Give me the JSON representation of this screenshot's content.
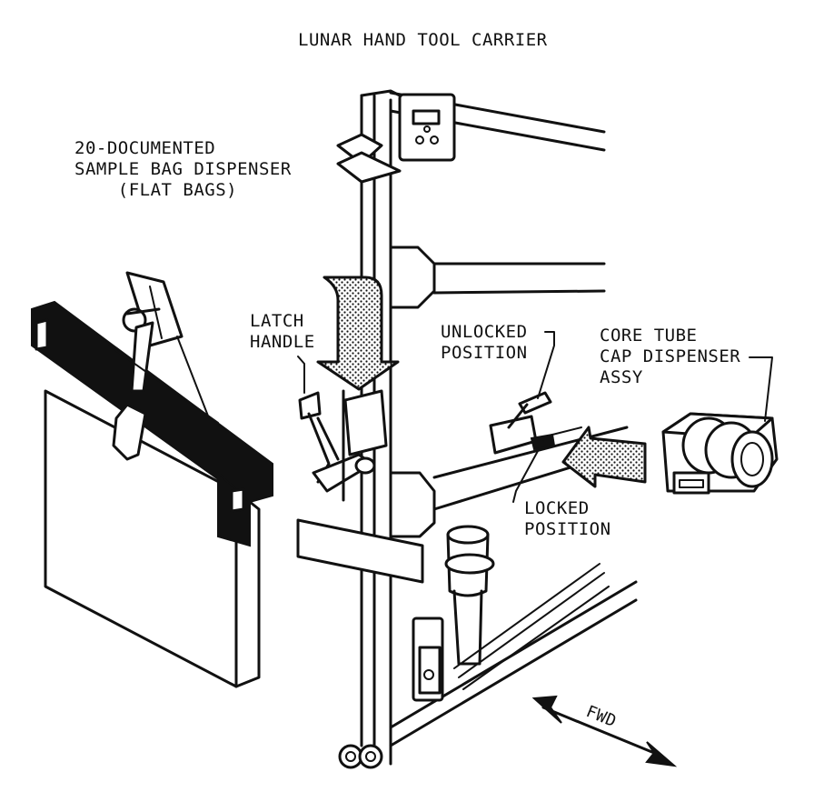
{
  "title": "LUNAR HAND TOOL CARRIER",
  "labels": {
    "sample_bag_dispenser": [
      "20-DOCUMENTED",
      "SAMPLE BAG DISPENSER",
      "    (FLAT BAGS)"
    ],
    "latch_handle": [
      "LATCH",
      "HANDLE"
    ],
    "unlocked_position": [
      "UNLOCKED",
      "POSITION"
    ],
    "core_tube_cap_dispenser": [
      "CORE TUBE",
      "CAP DISPENSER",
      "ASSY"
    ],
    "locked_position": [
      "LOCKED",
      "POSITION"
    ],
    "fwd": "FWD"
  }
}
